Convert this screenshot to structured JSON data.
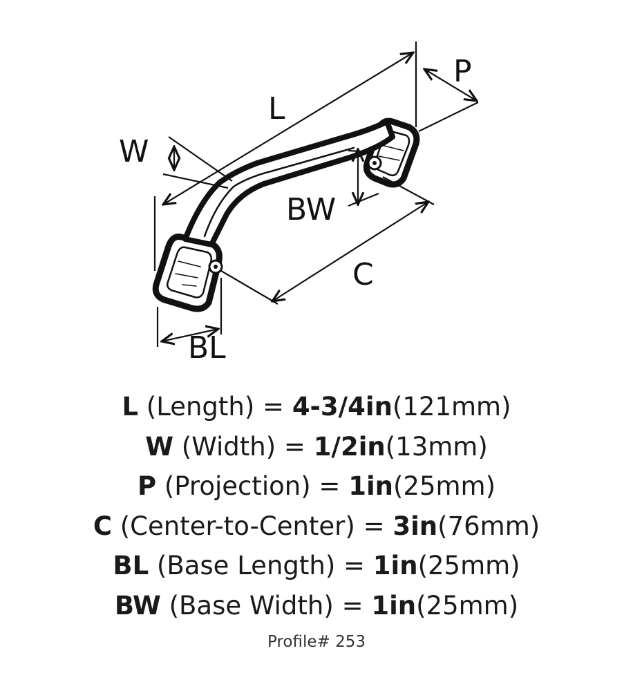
{
  "diagram": {
    "labels": {
      "L": "L",
      "P": "P",
      "W": "W",
      "BW": "BW",
      "C": "C",
      "BL": "BL"
    }
  },
  "specs": [
    {
      "code": "L",
      "desc": " (Length) = ",
      "imperial": "4-3/4in",
      "metric": "(121mm)"
    },
    {
      "code": "W",
      "desc": " (Width) = ",
      "imperial": "1/2in",
      "metric": "(13mm)"
    },
    {
      "code": "P",
      "desc": " (Projection) = ",
      "imperial": "1in",
      "metric": "(25mm)"
    },
    {
      "code": "C",
      "desc": " (Center-to-Center) = ",
      "imperial": "3in",
      "metric": "(76mm)"
    },
    {
      "code": "BL",
      "desc": " (Base Length) = ",
      "imperial": "1in",
      "metric": "(25mm)"
    },
    {
      "code": "BW",
      "desc": " (Base Width) = ",
      "imperial": "1in",
      "metric": "(25mm)"
    }
  ],
  "profile": "Profile# 253"
}
